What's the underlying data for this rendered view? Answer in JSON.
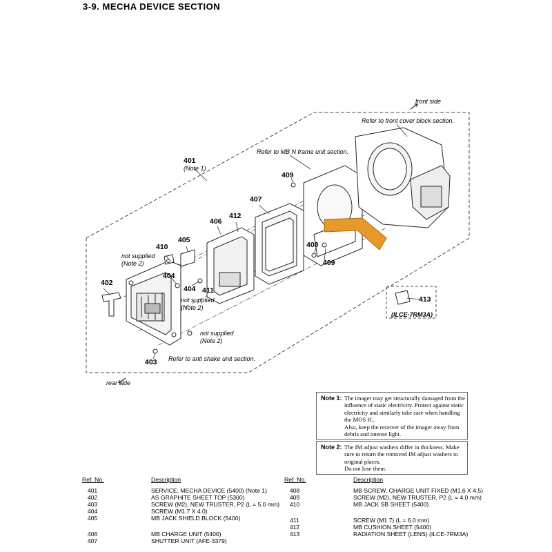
{
  "section_title": "3-9.  MECHA DEVICE SECTION",
  "diagram": {
    "labels": {
      "front_side": "front side",
      "rear_side": "rear side",
      "ref_front_cover": "Refer to front cover block section.",
      "ref_mb_n_frame": "Refer to MB N frame unit section.",
      "ref_anti_shake": "Refer to anti shake unit section.",
      "not_supplied": "not supplied",
      "note2": "(Note 2)",
      "note1": "(Note 1)",
      "model": "(ILCE-7RM3A)"
    },
    "part_numbers": {
      "p401": "401",
      "p402": "402",
      "p403": "403",
      "p404a": "404",
      "p404b": "404",
      "p405": "405",
      "p406": "406",
      "p407": "407",
      "p408": "408",
      "p409a": "409",
      "p409b": "409",
      "p410": "410",
      "p411": "411",
      "p412": "412",
      "p413": "413"
    }
  },
  "notes": [
    {
      "head": "Note 1:",
      "lines": [
        "The imager may get structurally damaged from the",
        "influence of static electricity. Protect against static",
        "electricity and similarly take care when handling",
        "the MOS IC.",
        "Also, keep the receiver of the imager away from",
        "debris and intense light."
      ]
    },
    {
      "head": "Note 2:",
      "lines": [
        "The IM adjust washers differ in thickness. Make",
        "sure to return the removed IM adjust washers to",
        "original places.",
        "Do not lose them."
      ]
    }
  ],
  "parts_table": {
    "ref_header": "Ref. No.",
    "desc_header": "Description",
    "left": [
      {
        "ref": "401",
        "desc": "SERVICE, MECHA DEVICE (5400) (Note 1)"
      },
      {
        "ref": "402",
        "desc": "AS GRAPHITE SHEET TOP (5300)"
      },
      {
        "ref": "403",
        "desc": "SCREW (M2), NEW TRUSTER, P2 (L = 5.0 mm)"
      },
      {
        "ref": "404",
        "desc": "SCREW (M1.7 X 4.0)"
      },
      {
        "ref": "405",
        "desc": "MB JACK SHIELD BLOCK (5400)"
      },
      {
        "ref": "406",
        "desc": "MB CHARGE UNIT (5400)"
      },
      {
        "ref": "407",
        "desc": "SHUTTER UNIT (AFE-3379)"
      }
    ],
    "right": [
      {
        "ref": "408",
        "desc": "MB SCREW, CHARGE UNIT FIXED (M1.6 X 4.5)"
      },
      {
        "ref": "409",
        "desc": "SCREW (M2), NEW TRUSTER, P2 (L = 4.0 mm)"
      },
      {
        "ref": "410",
        "desc": "MB JACK SB SHEET (5400)"
      },
      {
        "ref": "411",
        "desc": "SCREW (M1.7) (L = 6.0 mm)"
      },
      {
        "ref": "412",
        "desc": "MB CUSHION SHEET (5400)"
      },
      {
        "ref": "413",
        "desc": "RADIATION SHEET (LENS) (ILCE-7RM3A)"
      }
    ]
  },
  "colors": {
    "flex_cable": "#e79a2b",
    "line": "#333333"
  }
}
